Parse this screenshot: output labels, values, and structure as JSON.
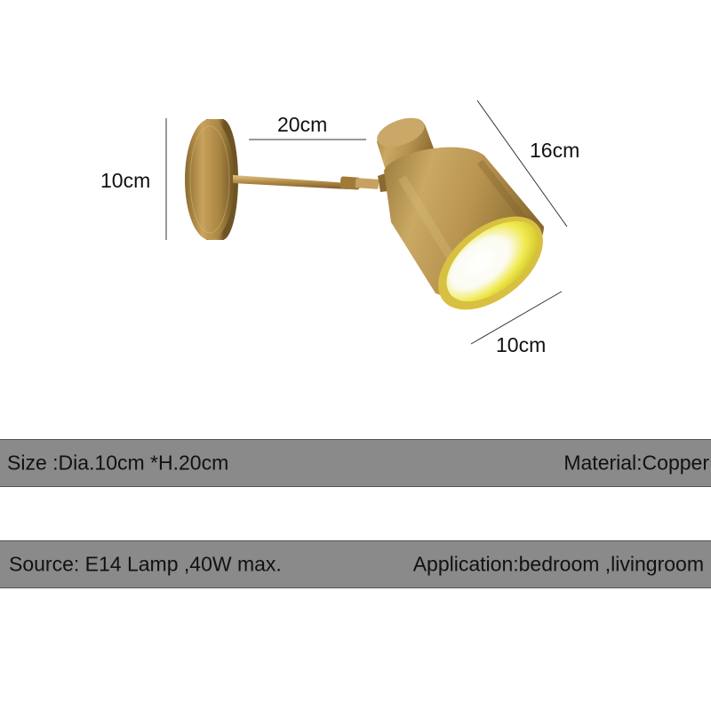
{
  "dimensions": {
    "arm_length": "20cm",
    "base_diameter": "10cm",
    "shade_height": "16cm",
    "shade_diameter": "10cm"
  },
  "specs": {
    "size": "Size :Dia.10cm *H.20cm",
    "material": "Material:Copper",
    "source": "Source: E14 Lamp ,40W max.",
    "application": "Application:bedroom ,livingroom"
  },
  "colors": {
    "gold": "#b8924a",
    "bar_background": "#8a8a8a",
    "shade_inner": "#e8e23a"
  }
}
